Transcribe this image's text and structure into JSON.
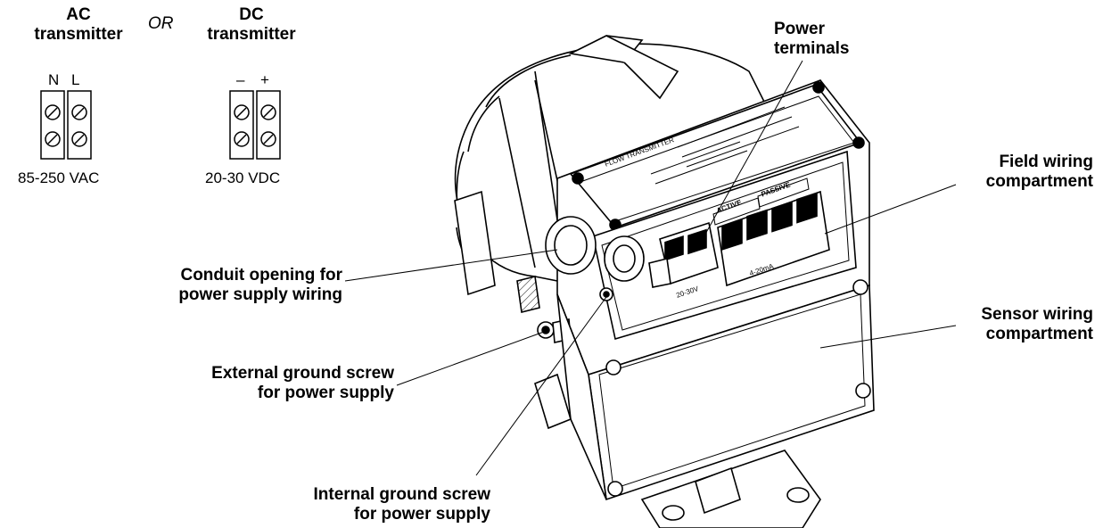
{
  "header": {
    "ac_title": [
      "AC",
      "transmitter"
    ],
    "or_text": "OR",
    "dc_title": [
      "DC",
      "transmitter"
    ]
  },
  "terminals": {
    "ac_labels": [
      "N",
      "L"
    ],
    "dc_labels": [
      "–",
      "+"
    ],
    "ac_voltage": "85-250 VAC",
    "dc_voltage": "20-30 VDC"
  },
  "callouts": {
    "power_terminals": [
      "Power",
      "terminals"
    ],
    "field_wiring": [
      "Field wiring",
      "compartment"
    ],
    "sensor_wiring": [
      "Sensor wiring",
      "compartment"
    ],
    "conduit_opening": [
      "Conduit opening for",
      "power supply wiring"
    ],
    "external_ground": [
      "External ground screw",
      "for power supply"
    ],
    "internal_ground": [
      "Internal ground screw",
      "for power supply"
    ]
  },
  "device_markings": {
    "cover_text": "FLOW TRANSMITTER",
    "active": "ACTIVE",
    "passive": "PASSIVE",
    "range_dc": "20-30V",
    "range_ma": "4-20mA"
  }
}
